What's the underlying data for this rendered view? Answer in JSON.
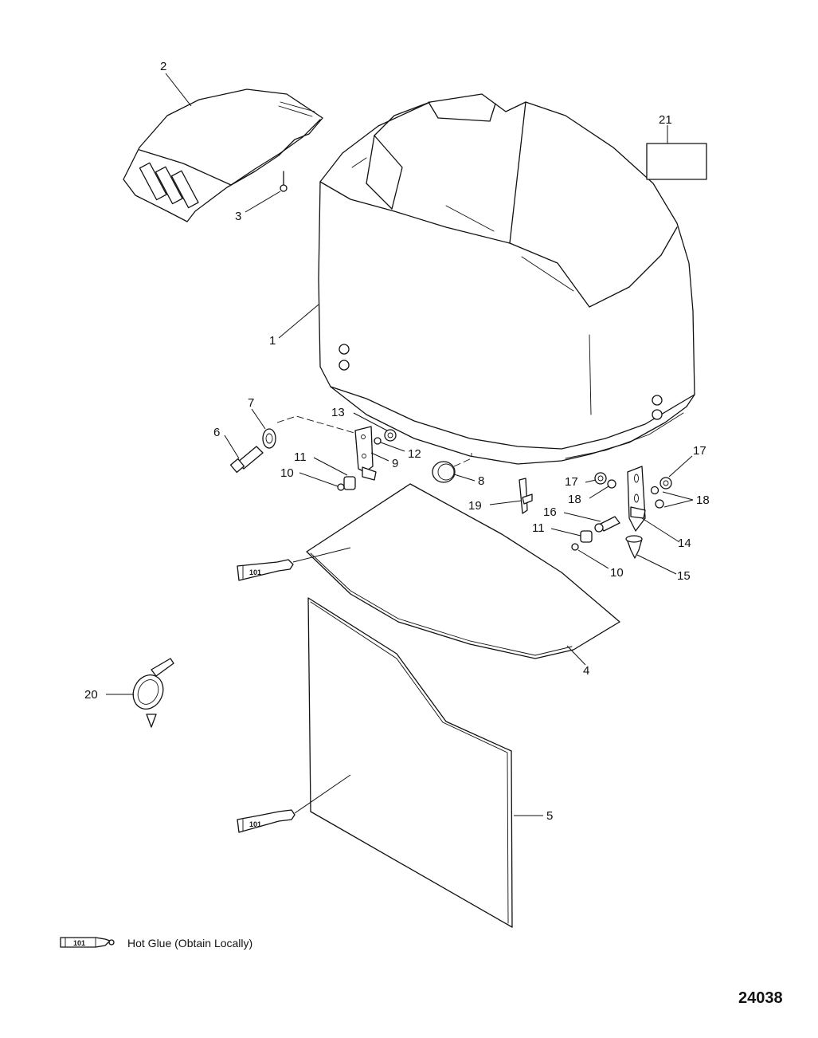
{
  "diagram": {
    "figure_number": "24038",
    "callouts": [
      "1",
      "2",
      "3",
      "4",
      "5",
      "6",
      "7",
      "8",
      "9",
      "10",
      "11",
      "12",
      "13",
      "14",
      "15",
      "16",
      "17",
      "18",
      "19",
      "20",
      "21"
    ],
    "callout_labels": {
      "c1": "1",
      "c2": "2",
      "c3": "3",
      "c4": "4",
      "c5": "5",
      "c6": "6",
      "c7": "7",
      "c8": "8",
      "c9": "9",
      "c10a": "10",
      "c10b": "10",
      "c11a": "11",
      "c11b": "11",
      "c12": "12",
      "c13": "13",
      "c14": "14",
      "c15": "15",
      "c16": "16",
      "c17a": "17",
      "c17b": "17",
      "c18a": "18",
      "c18b": "18",
      "c19": "19",
      "c20": "20",
      "c21": "21"
    },
    "tube_label": "101",
    "legend": {
      "symbol": "101",
      "text": "Hot Glue (Obtain Locally)"
    }
  }
}
